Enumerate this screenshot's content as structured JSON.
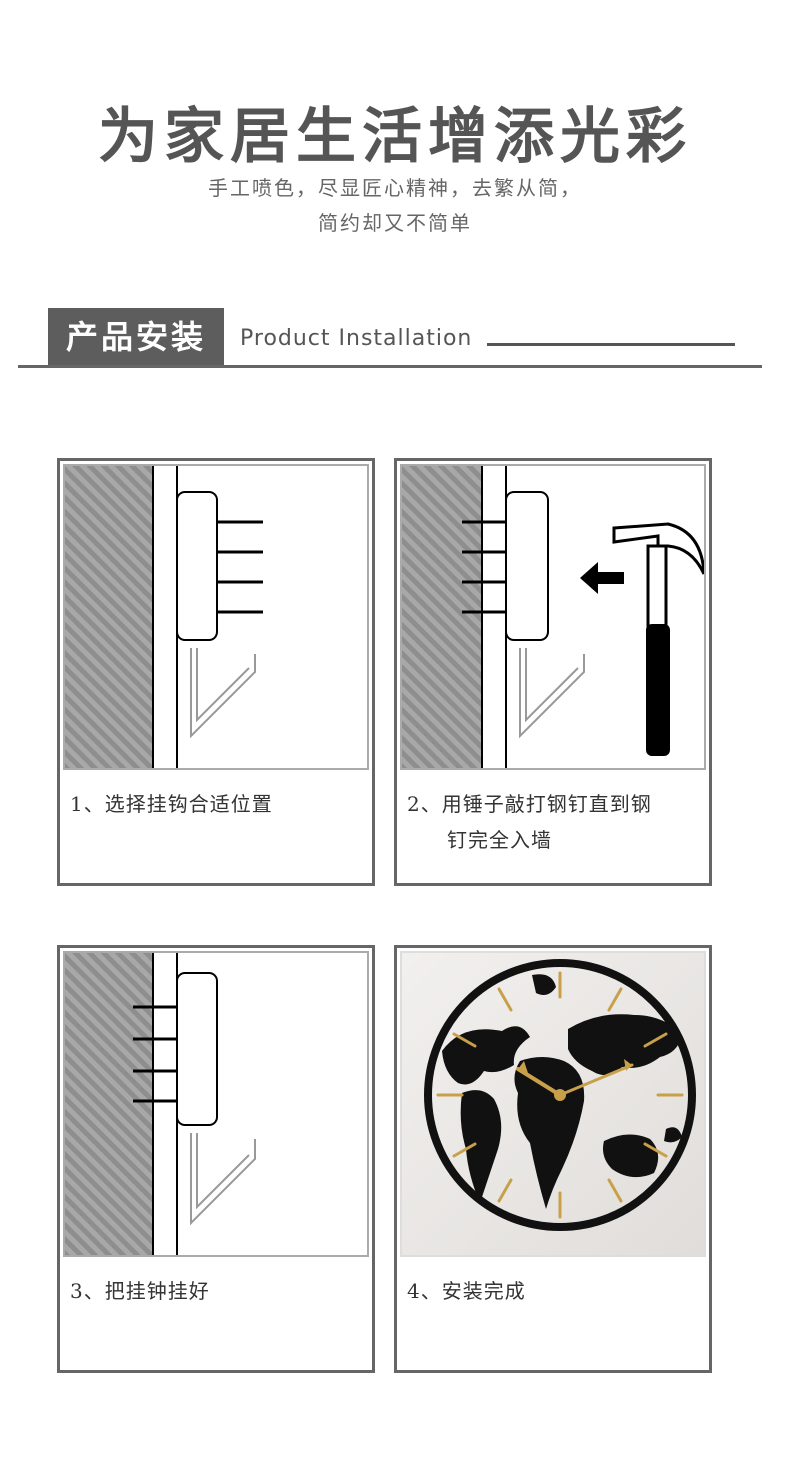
{
  "header": {
    "title": "为家居生活增添光彩",
    "subtitle_line1": "手工喷色，尽显匠心精神，去繁从简，",
    "subtitle_line2": "简约却又不简单"
  },
  "section": {
    "title_cn": "产品安装",
    "title_en": "Product Installation"
  },
  "steps": [
    {
      "caption": "1、选择挂钩合适位置"
    },
    {
      "caption_line1": "2、用锤子敲打钢钉直到钢",
      "caption_line2": "钉完全入墙"
    },
    {
      "caption": "3、把挂钟挂好"
    },
    {
      "caption": "4、安装完成"
    }
  ],
  "colors": {
    "title_gray": "#555555",
    "section_bg": "#5d5d5d",
    "border": "#666666",
    "gold": "#c8a04a"
  },
  "icons": {
    "step1": "wall-hook-icon",
    "step2": "hammer-icon",
    "step3": "hook-nailed-icon",
    "step4": "world-map-clock-icon"
  }
}
